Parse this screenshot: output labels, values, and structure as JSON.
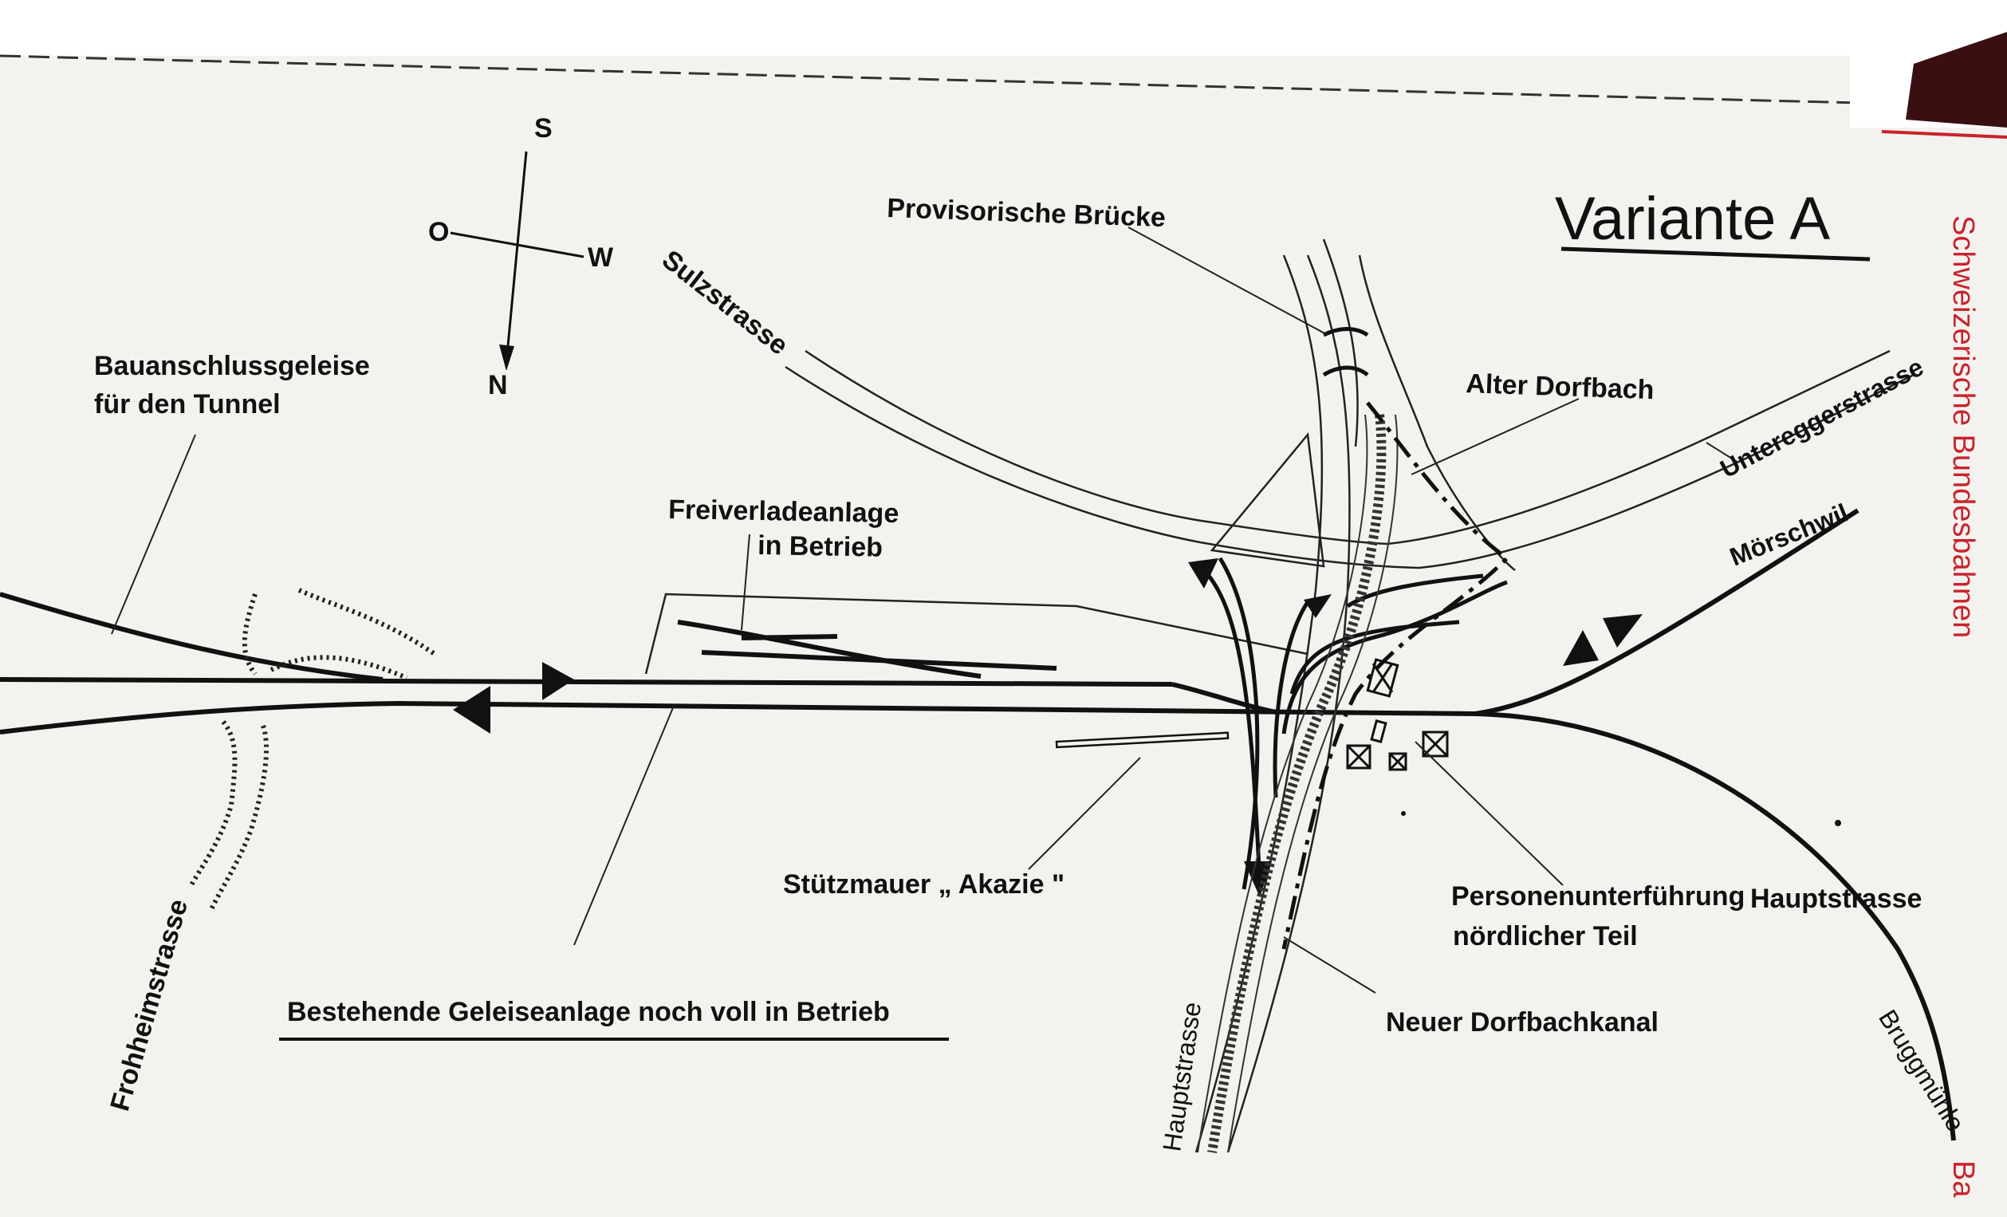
{
  "title": "Variante A",
  "compass": {
    "north": "N",
    "south": "S",
    "east": "O",
    "west": "W"
  },
  "labels": {
    "provisorische_bruecke": "Provisorische  Brücke",
    "sulzstrasse": "Sulzstrasse",
    "bauanschluss_line1": "Bauanschlussgeleise",
    "bauanschluss_line2": "für  den  Tunnel",
    "alter_dorfbach": "Alter  Dorfbach",
    "untereggerstrasse": "Untereggerstrasse",
    "moerschwil": "Mörschwil",
    "freiverlade_line1": "Freiverladeanlage",
    "freiverlade_line2": "in Betrieb",
    "stuetzmauer": "Stützmauer  „ Akazie \"",
    "personen_line1": "Personenunterführung",
    "personen_line2": "nördlicher  Teil",
    "hauptstrasse_right": "Hauptstrasse",
    "hauptstrasse_vertical": "Hauptstrasse",
    "frohheimstrasse": "Frohheimstrasse",
    "bestehende": "Bestehende   Geleiseanlage noch   voll  in  Betrieb",
    "neuer_dorfbachkanal": "Neuer   Dorfbachkanal",
    "bruggmuehle": "Bruggmühle"
  },
  "sidebar": {
    "line1": "Schweizerische   Bundesbahnen",
    "line2": "Ba"
  },
  "colors": {
    "ink": "#111111",
    "accent_red": "#c8232c",
    "paper": "#f4f2ee"
  }
}
